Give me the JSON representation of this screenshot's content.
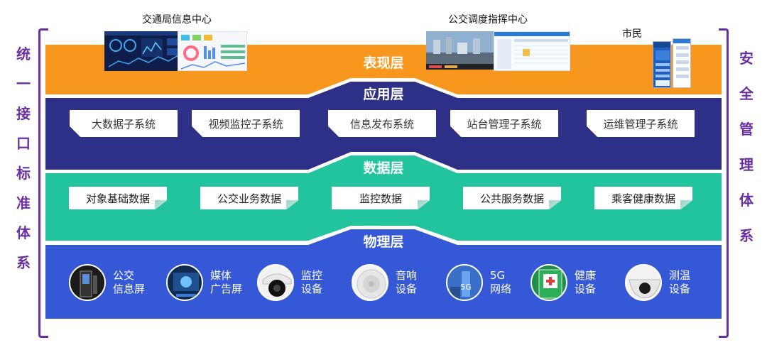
{
  "side_left": [
    "统",
    "一",
    "接",
    "口",
    "标",
    "准",
    "体",
    "系"
  ],
  "side_right": [
    "安",
    "全",
    "管",
    "理",
    "体",
    "系"
  ],
  "top_labels": {
    "bureau": "交通局信息中心",
    "dispatch": "公交调度指挥中心",
    "citizen": "市民"
  },
  "layers": {
    "presentation": "表现层",
    "application": "应用层",
    "data": "数据层",
    "physical": "物理层"
  },
  "app_systems": [
    "大数据子系统",
    "视频监控子系统",
    "信息发布系统",
    "站台管理子系统",
    "运维管理子系统"
  ],
  "data_items": [
    "对象基础数据",
    "公交业务数据",
    "监控数据",
    "公共服务数据",
    "乘客健康数据"
  ],
  "devices": [
    {
      "label": "公交\n信息屏",
      "icon": "bus-info-screen-icon"
    },
    {
      "label": "媒体\n广告屏",
      "icon": "media-ad-screen-icon"
    },
    {
      "label": "监控\n设备",
      "icon": "surveillance-camera-icon"
    },
    {
      "label": "音响\n设备",
      "icon": "speaker-icon"
    },
    {
      "label": "5G\n网络",
      "icon": "5g-network-icon"
    },
    {
      "label": "健康\n设备",
      "icon": "health-device-icon"
    },
    {
      "label": "测温\n设备",
      "icon": "thermometer-device-icon"
    }
  ],
  "colors": {
    "presentation": "#f7971e",
    "application": "#2e2f86",
    "data": "#22c49d",
    "physical": "#3559d6",
    "frame": "#6b2fa0"
  }
}
